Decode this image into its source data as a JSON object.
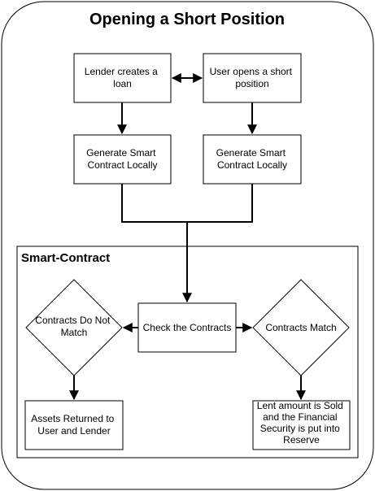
{
  "title": "Opening a Short Position",
  "group_label": "Smart-Contract",
  "nodes": {
    "lender_loan": [
      "Lender creates a",
      "loan"
    ],
    "user_short": [
      "User opens a short",
      "position"
    ],
    "gen_left": [
      "Generate Smart",
      "Contract Locally"
    ],
    "gen_right": [
      "Generate Smart",
      "Contract Locally"
    ],
    "check": [
      "Check the Contracts"
    ],
    "no_match": [
      "Contracts Do Not",
      "Match"
    ],
    "match": [
      "Contracts Match"
    ],
    "returned": [
      "Assets Returned to",
      "User and Lender"
    ],
    "sold": [
      "Lent amount is Sold",
      "and the Financial",
      "Security is put into",
      "Reserve"
    ]
  },
  "colors": {
    "stroke": "#000000",
    "fill": "#ffffff",
    "text": "#000000"
  }
}
